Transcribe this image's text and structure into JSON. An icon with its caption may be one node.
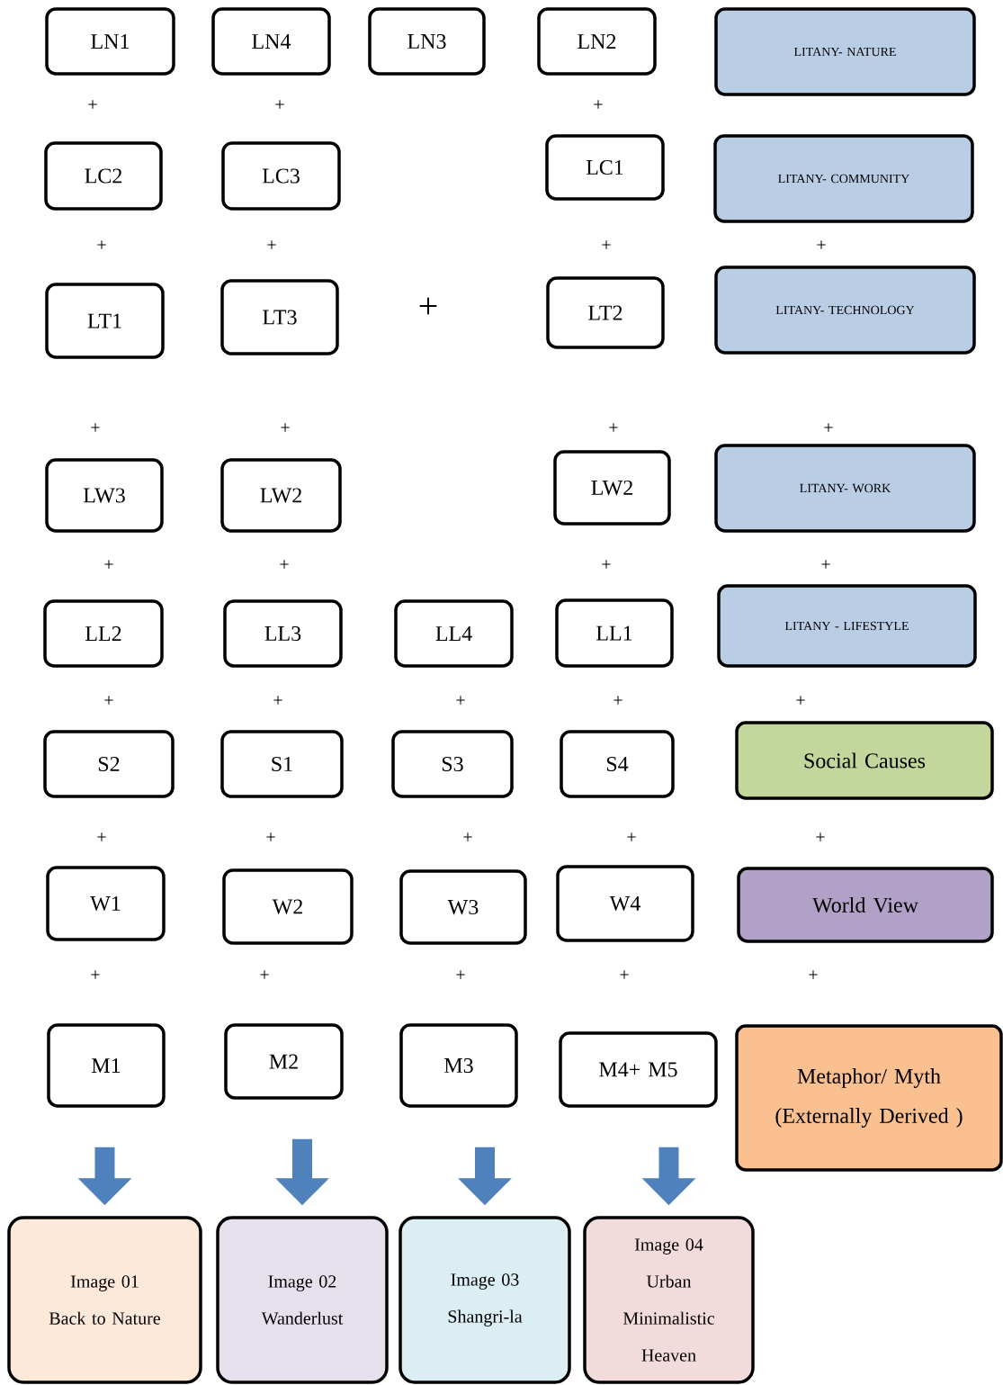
{
  "diagram": {
    "nodes": [
      {
        "text": [
          "LN1"
        ]
      },
      {
        "text": [
          "LN4"
        ]
      },
      {
        "text": [
          "LN3"
        ]
      },
      {
        "text": [
          "LN2"
        ]
      },
      {
        "text": [
          "LITANY- NATURE"
        ]
      },
      {
        "text": [
          "LC2"
        ]
      },
      {
        "text": [
          "LC3"
        ]
      },
      {
        "text": [
          "LC1"
        ]
      },
      {
        "text": [
          "LITANY- COMMUNITY"
        ]
      },
      {
        "text": [
          "LT1"
        ]
      },
      {
        "text": [
          "LT3"
        ]
      },
      {
        "text": [
          "LT2"
        ]
      },
      {
        "text": [
          "LITANY- TECHNOLOGY"
        ]
      },
      {
        "text": [
          "LW3"
        ]
      },
      {
        "text": [
          "LW2"
        ]
      },
      {
        "text": [
          "LW2"
        ]
      },
      {
        "text": [
          "LITANY- WORK"
        ]
      },
      {
        "text": [
          "LL2"
        ]
      },
      {
        "text": [
          "LL3"
        ]
      },
      {
        "text": [
          "LL4"
        ]
      },
      {
        "text": [
          "LL1"
        ]
      },
      {
        "text": [
          "LITANY - LIFESTYLE"
        ]
      },
      {
        "text": [
          "S2"
        ]
      },
      {
        "text": [
          "S1"
        ]
      },
      {
        "text": [
          "S3"
        ]
      },
      {
        "text": [
          "S4"
        ]
      },
      {
        "text": [
          "Social Causes"
        ]
      },
      {
        "text": [
          "W1"
        ]
      },
      {
        "text": [
          "W2"
        ]
      },
      {
        "text": [
          "W3"
        ]
      },
      {
        "text": [
          "W4"
        ]
      },
      {
        "text": [
          "World View"
        ]
      },
      {
        "text": [
          "M1"
        ]
      },
      {
        "text": [
          "M2"
        ]
      },
      {
        "text": [
          "M3"
        ]
      },
      {
        "text": [
          "M4+ M5"
        ]
      },
      {
        "text": [
          "Metaphor/ Myth",
          "(Externally Derived )"
        ]
      },
      {
        "text": [
          "Image 01",
          "Back to Nature"
        ]
      },
      {
        "text": [
          "Image 02",
          "Wanderlust"
        ]
      },
      {
        "text": [
          "Image 03",
          "Shangri-la"
        ]
      },
      {
        "text": [
          "Image 04",
          "Urban Minimalistic Heaven"
        ]
      }
    ],
    "edges": [
      {
        "from": 32,
        "to": 37,
        "arrow": "to"
      },
      {
        "from": 33,
        "to": 38,
        "arrow": "to"
      },
      {
        "from": 34,
        "to": 39,
        "arrow": "to"
      },
      {
        "from": 35,
        "to": 40,
        "arrow": "to"
      }
    ],
    "labels": [
      "+",
      "+",
      "+",
      "+",
      "+",
      "+",
      "+",
      "+",
      "+",
      "+",
      "+",
      "+",
      "+",
      "+",
      "+",
      "+",
      "+",
      "+",
      "+",
      "+",
      "+",
      "+",
      "+",
      "+",
      "+",
      "+",
      "+",
      "+",
      "+",
      "+",
      "+"
    ]
  }
}
